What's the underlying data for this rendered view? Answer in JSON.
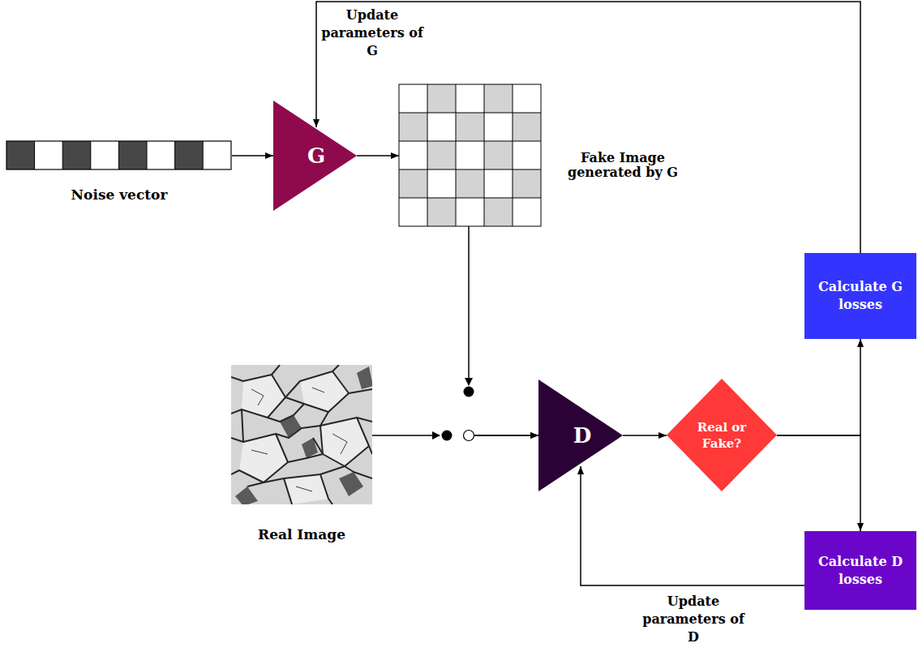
{
  "diagram": {
    "nodes": [
      {
        "text": [
          "Noise vector"
        ]
      },
      {
        "text": [
          "G"
        ]
      },
      {
        "text": [
          "Fake Image generated by G"
        ]
      },
      {
        "text": [
          "Real Image"
        ]
      },
      {
        "text": [
          "D"
        ]
      },
      {
        "text": [
          "Real or Fake?"
        ]
      },
      {
        "text": [
          "Calculate G losses"
        ]
      },
      {
        "text": [
          "Calculate D losses"
        ]
      }
    ],
    "edges": [
      {
        "from": 0,
        "to": 1,
        "arrow": "to"
      },
      {
        "from": 1,
        "to": 2,
        "arrow": "to"
      },
      {
        "from": 2,
        "to": 4,
        "arrow": "to"
      },
      {
        "from": 3,
        "to": 4,
        "arrow": "to"
      },
      {
        "from": 4,
        "to": 5,
        "arrow": "to"
      },
      {
        "from": 5,
        "to": 6,
        "arrow": "to"
      },
      {
        "from": 5,
        "to": 7,
        "arrow": "to"
      },
      {
        "from": 6,
        "to": 1,
        "label": "Update parameters of G",
        "arrow": "to"
      },
      {
        "from": 7,
        "to": 4,
        "label": "Update parameters of D",
        "arrow": "to"
      }
    ]
  }
}
